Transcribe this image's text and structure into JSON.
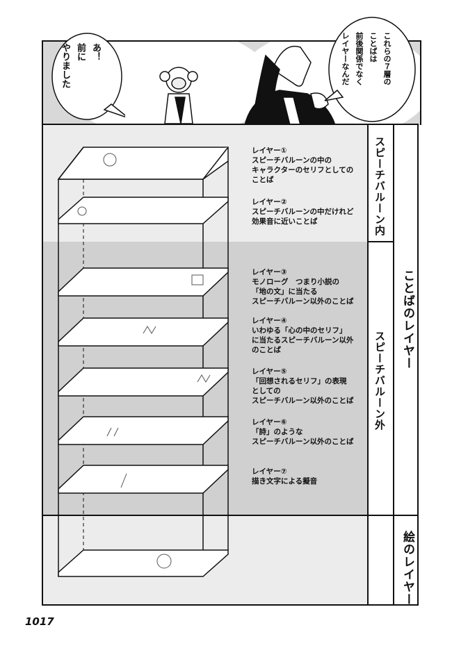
{
  "top_panel": {
    "bubble_left": "あ！\n前に\nやりました",
    "bubble_right": "これらの７層の\nことばは\n前後関係でなく\nレイヤーなんだ"
  },
  "labels": {
    "inside_balloon": "スピーチバルーン内",
    "outside_balloon": "スピーチバルーン外",
    "word_layer": "ことばのレイヤー",
    "picture_layer": "絵のレイヤー"
  },
  "layers": [
    {
      "text": "レイヤー①\nスピーチバルーンの中の\nキャラクターのセリフとしての\nことば"
    },
    {
      "text": "レイヤー②\nスピーチバルーンの中だけれど\n効果音に近いことば"
    },
    {
      "text": "レイヤー③\nモノローグ　つまり小説の\n「地の文」に当たる\nスピーチバルーン以外のことば"
    },
    {
      "text": "レイヤー④\nいわゆる「心の中のセリフ」\nに当たるスピーチバルーン以外\nのことば"
    },
    {
      "text": "レイヤー⑤\n「回想されるセリフ」の表現\nとしての\nスピーチバルーン以外のことば"
    },
    {
      "text": "レイヤー⑥\n「詩」のような\nスピーチバルーン以外のことば"
    },
    {
      "text": "レイヤー⑦\n描き文字による擬音"
    }
  ],
  "page_number": "1017"
}
